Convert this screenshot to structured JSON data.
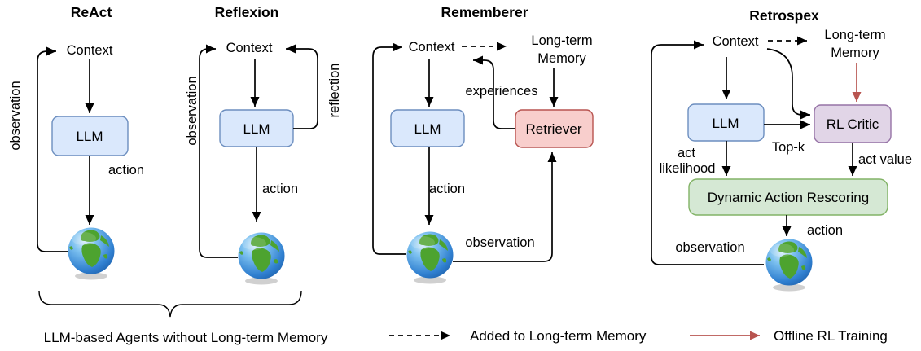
{
  "figure": {
    "description_title": "Agent architecture comparison diagram"
  },
  "panels": [
    {
      "title": "ReAct",
      "context_label": "Context",
      "llm_label": "LLM",
      "action_label": "action",
      "observation_label": "observation"
    },
    {
      "title": "Reflexion",
      "context_label": "Context",
      "llm_label": "LLM",
      "action_label": "action",
      "observation_label": "observation",
      "reflection_label": "reflection"
    },
    {
      "title": "Rememberer",
      "context_label": "Context",
      "llm_label": "LLM",
      "action_label": "action",
      "observation_label": "observation",
      "memory_label_line1": "Long-term",
      "memory_label_line2": "Memory",
      "retriever_label": "Retriever",
      "experiences_label": "experiences"
    },
    {
      "title": "Retrospex",
      "context_label": "Context",
      "llm_label": "LLM",
      "action_label": "action",
      "observation_label": "observation",
      "memory_label_line1": "Long-term",
      "memory_label_line2": "Memory",
      "rl_critic_label": "RL Critic",
      "top_k_label": "Top-k",
      "act_likelihood_line1": "act",
      "act_likelihood_line2": "likelihood",
      "act_value_label": "act value",
      "rescoring_label": "Dynamic Action Rescoring"
    }
  ],
  "legend": {
    "brace_label": "LLM-based Agents without Long-term Memory",
    "dashed_arrow_label": "Added to Long-term Memory",
    "red_arrow_label": "Offline RL Training"
  },
  "colors": {
    "llm_box_fill": "#dae8fc",
    "llm_box_border": "#6c8ebf",
    "retriever_box_fill": "#f8cecc",
    "retriever_box_border": "#b85450",
    "rl_critic_box_fill": "#e1d5e7",
    "rl_critic_box_border": "#9673a6",
    "rescoring_box_fill": "#d5e8d4",
    "rescoring_box_border": "#82b366",
    "offline_rl_arrow": "#b85450",
    "line": "#000000"
  }
}
